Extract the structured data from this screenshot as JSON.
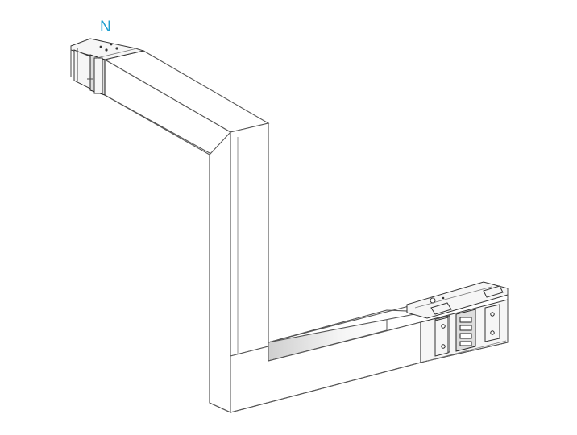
{
  "diagram": {
    "type": "isometric technical drawing",
    "subject": "busbar trunking elbow / offset section",
    "label": "N",
    "label_color": "#1e9fd0",
    "line_color": "#555555",
    "shade_color": "#d8d8d8",
    "components": [
      {
        "name": "top-left-connector-end",
        "position": "upper left"
      },
      {
        "name": "upper-horizontal-run"
      },
      {
        "name": "vertical-drop-section"
      },
      {
        "name": "lower-horizontal-run"
      },
      {
        "name": "bottom-right-joint-block",
        "position": "lower right"
      }
    ]
  }
}
